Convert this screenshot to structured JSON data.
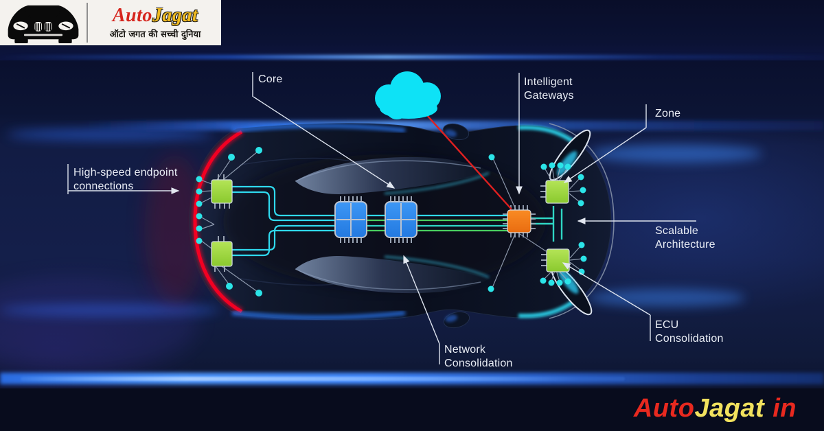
{
  "header": {
    "brand": {
      "auto": "Auto",
      "jagat": "Jagat",
      "tagline": "ऑटो जगत की सच्ची दुनिया"
    }
  },
  "diagram": {
    "labels": {
      "core": "Core",
      "intelligent_gateways": "Intelligent\nGateways",
      "zone": "Zone",
      "high_speed": "High-speed endpoint\nconnections",
      "scalable": "Scalable\nArchitecture",
      "ecu": "ECU\nConsolidation",
      "network": "Network\nConsolidation"
    },
    "colors": {
      "zone_chip": "#9edc3e",
      "core_chip": "#2f8ef2",
      "gateway_chip": "#f57d18",
      "bus_teal": "#2fd6c4",
      "bus_green": "#49cf5f",
      "endpoint_dot": "#2be4e8",
      "cloud": "#0ee2f6",
      "alert_line": "#e02020",
      "front_glow": "#ff0626",
      "label_text": "#e9edf5"
    }
  },
  "footer": {
    "auto": "Auto",
    "jagat": "Jagat",
    "suffix": "in"
  }
}
